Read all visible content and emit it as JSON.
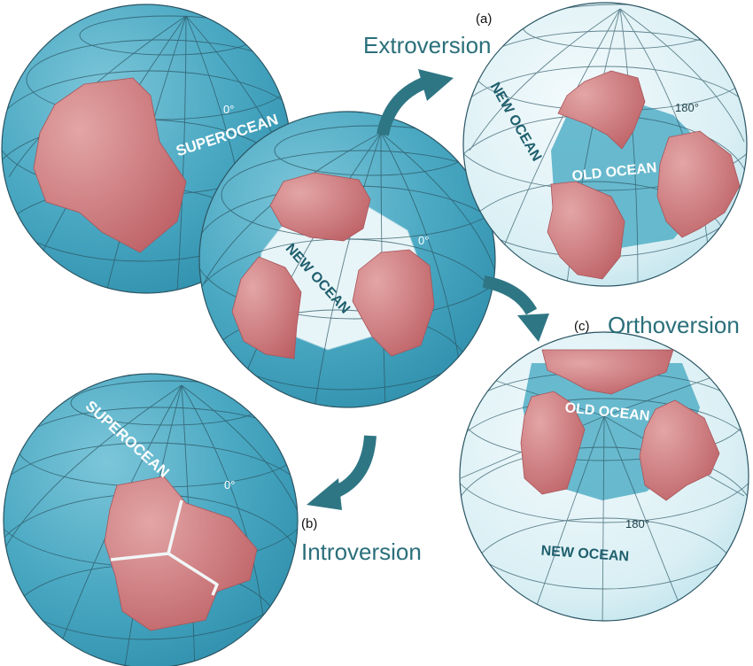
{
  "panels": {
    "a": {
      "letter": "(a)",
      "title": "Extroversion"
    },
    "b": {
      "letter": "(b)",
      "title": "Introversion"
    },
    "c": {
      "letter": "(c)",
      "title": "Orthoversion"
    }
  },
  "globes": {
    "supercontinent": {
      "ocean_label": "SUPEROCEAN",
      "meridian_label": "0°"
    },
    "breakup": {
      "ocean_label": "NEW OCEAN",
      "meridian_label": "0°"
    },
    "extroversion": {
      "new_ocean_label": "NEW OCEAN",
      "old_ocean_label": "OLD OCEAN",
      "meridian_label": "180°"
    },
    "introversion": {
      "ocean_label": "SUPEROCEAN",
      "meridian_label": "0°"
    },
    "orthoversion": {
      "old_ocean_label": "OLD OCEAN",
      "new_ocean_label": "NEW OCEAN",
      "meridian_label": "180°"
    }
  },
  "colors": {
    "ocean": "#49a9c4",
    "ocean_light": "#d8eef3",
    "continent": "#c96a6e",
    "arrow": "#2f7684",
    "grid": "#2b5563",
    "text_light": "#ffffff",
    "text_dark": "#1f5f6d"
  }
}
